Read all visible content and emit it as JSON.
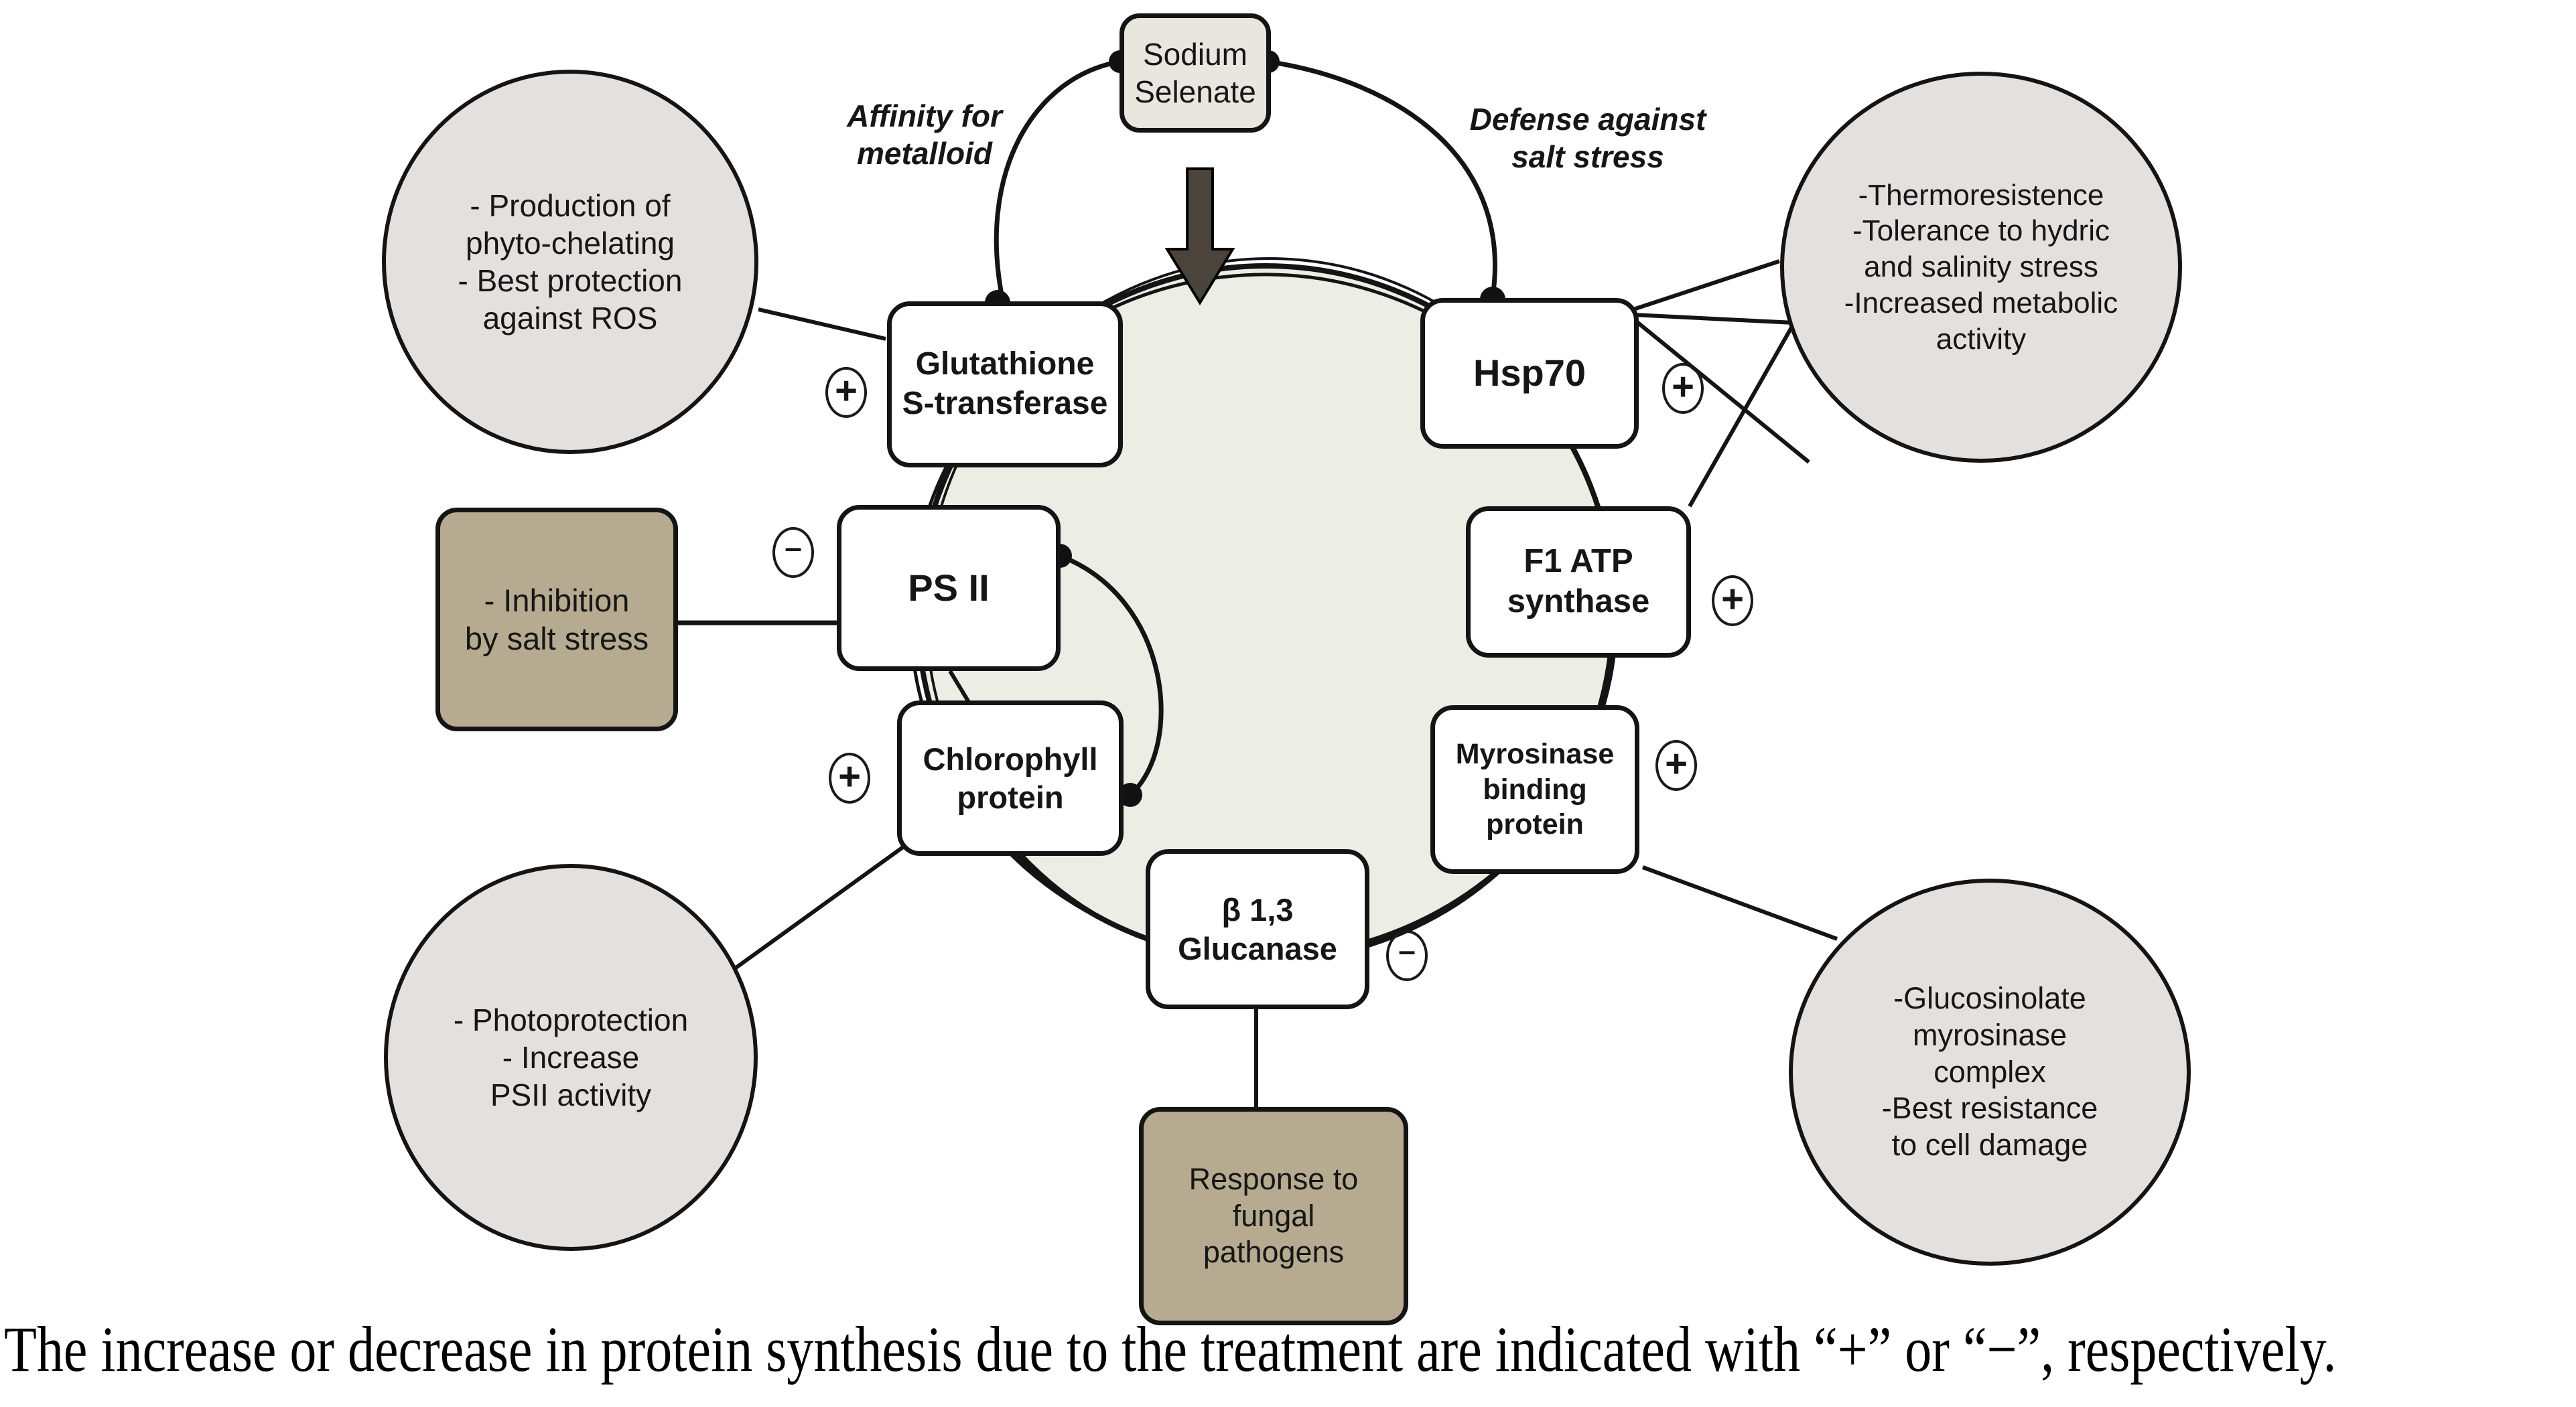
{
  "figure": {
    "treatment": {
      "label": "Sodium\nSelenate"
    },
    "pathway_labels": {
      "affinity": "Affinity for\nmetalloid",
      "defense": "Defense against\nsalt stress"
    },
    "proteins": {
      "gst": {
        "label": "Glutathione\nS-transferase",
        "effect": "+"
      },
      "hsp70": {
        "label": "Hsp70",
        "effect": "+"
      },
      "psii": {
        "label": "PS II",
        "effect": "–"
      },
      "f1atp": {
        "label": "F1 ATP\nsynthase",
        "effect": "+"
      },
      "chlorophyll": {
        "label": "Chlorophyll\nprotein",
        "effect": "+"
      },
      "myrosinase": {
        "label": "Myrosinase\nbinding\nprotein",
        "effect": "+"
      },
      "glucanase": {
        "label": "β 1,3\nGlucanase",
        "effect": "–"
      }
    },
    "outcomes": {
      "gst_outcome": "- Production of\nphyto-chelating\n- Best protection\nagainst ROS",
      "hsp70_outcome": "-Thermoresistence\n-Tolerance to hydric\nand salinity stress\n-Increased metabolic\nactivity",
      "psii_cause": "- Inhibition\nby salt stress",
      "chlorophyll_outcome": "- Photoprotection\n- Increase\nPSII activity",
      "myrosinase_outcome": "-Glucosinolate\nmyrosinase\ncomplex\n-Best resistance\nto cell damage",
      "glucanase_outcome": "Response to\nfungal\npathogens"
    },
    "colors": {
      "white_box": "#ffffff",
      "treatment_box": "#e9e6e0",
      "cause_box_tan": "#b6ab90",
      "outcome_circle_gray": "#e3e0de",
      "cell_fill": "#ecede4",
      "arrow_fill": "#4a443b",
      "line": "#141414"
    }
  },
  "caption": "The increase or decrease in protein synthesis due to the treatment are indicated with “+” or “−”, respectively."
}
